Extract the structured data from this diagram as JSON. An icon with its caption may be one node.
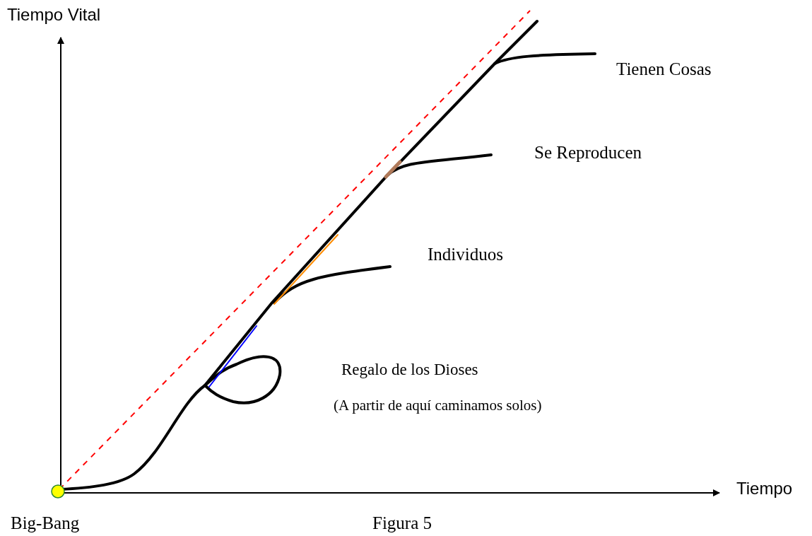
{
  "diagram": {
    "caption": "Figura 5",
    "labels": [
      "Tiempo Vital",
      "Tienen Cosas",
      "Se Reproducen",
      "Individuos",
      "Regalo de los Dioses",
      "(A partir de aquí caminamos solos)",
      "Tiempo",
      "Big-Bang"
    ]
  }
}
